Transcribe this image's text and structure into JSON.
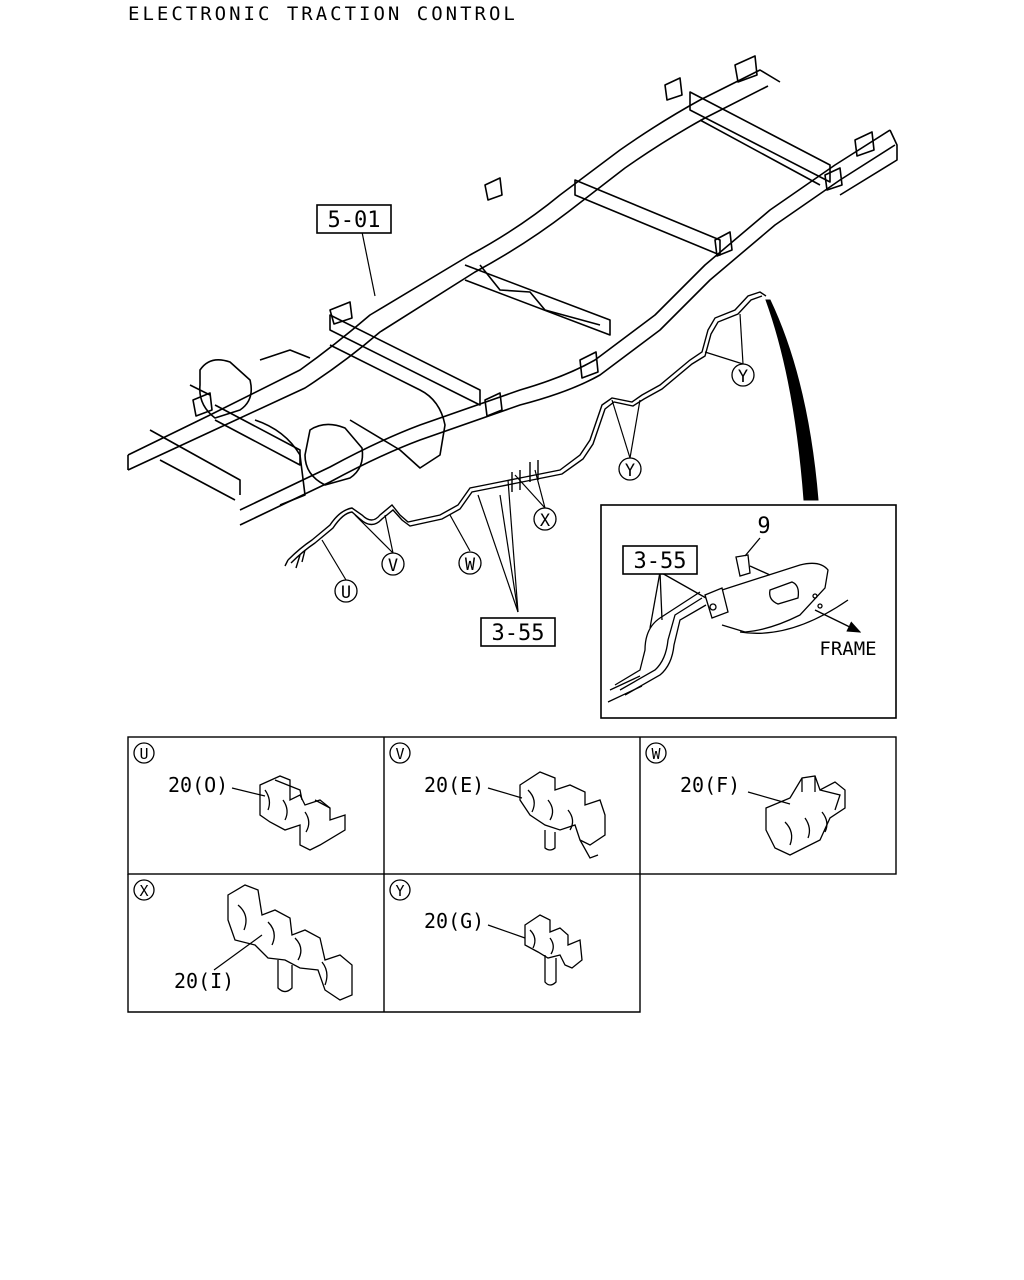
{
  "title": "ELECTRONIC TRACTION CONTROL",
  "main": {
    "frame_ref": "5-01",
    "pipe_ref": "3-55",
    "callouts": [
      "U",
      "V",
      "W",
      "X",
      "Y",
      "Y"
    ]
  },
  "detail": {
    "ref": "3-55",
    "bolt_ref": "9",
    "direction_label": "FRAME"
  },
  "clips": [
    {
      "letter": "U",
      "part": "20(O)"
    },
    {
      "letter": "V",
      "part": "20(E)"
    },
    {
      "letter": "W",
      "part": "20(F)"
    },
    {
      "letter": "X",
      "part": "20(I)"
    },
    {
      "letter": "Y",
      "part": "20(G)"
    }
  ]
}
